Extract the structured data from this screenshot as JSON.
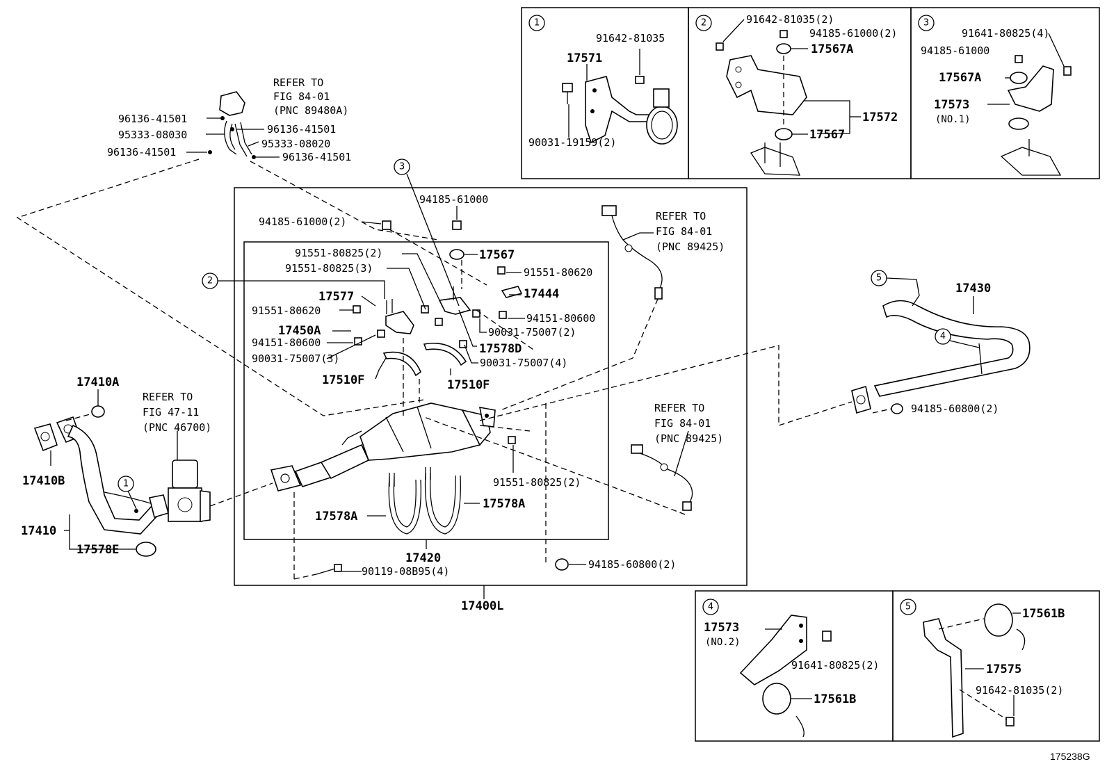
{
  "figure_id": "175238G",
  "inset_markers": [
    "1",
    "2",
    "3",
    "4",
    "5"
  ],
  "insets": {
    "inset1": {
      "labels": [
        "91642-81035",
        "17571",
        "90031-19159(2)"
      ]
    },
    "inset2": {
      "labels": [
        "91642-81035(2)",
        "94185-61000(2)",
        "17567A",
        "17572",
        "17567"
      ]
    },
    "inset3": {
      "labels": [
        "91641-80825(4)",
        "94185-61000",
        "17567A",
        "17573",
        "(NO.1)"
      ]
    },
    "inset4": {
      "labels": [
        "17573",
        "(NO.2)",
        "91641-80825(2)",
        "17561B"
      ]
    },
    "inset5": {
      "labels": [
        "17561B",
        "17575",
        "91642-81035(2)"
      ]
    }
  },
  "top_left": {
    "labels": [
      "REFER TO",
      "FIG 84-01",
      "(PNC 89480A)",
      "96136-41501",
      "95333-08030",
      "96136-41501",
      "95333-08020",
      "96136-41501",
      "96136-41501"
    ]
  },
  "main": {
    "labels": [
      "94185-61000",
      "94185-61000(2)",
      "17567",
      "91551-80825(2)",
      "91551-80825(3)",
      "91551-80620",
      "17444",
      "17577",
      "91551-80620",
      "94151-80600",
      "17450A",
      "90031-75007(2)",
      "94151-80600",
      "17578D",
      "90031-75007(3)",
      "90031-75007(4)",
      "17510F",
      "17510F",
      "91551-80825(2)",
      "17578A",
      "17578A",
      "17420",
      "90119-08B95(4)",
      "94185-60800(2)",
      "17400L"
    ],
    "refer_o2_top": [
      "REFER TO",
      "FIG 84-01",
      "(PNC 89425)"
    ],
    "refer_o2_bottom": [
      "REFER TO",
      "FIG 84-01",
      "(PNC 89425)"
    ]
  },
  "left": {
    "labels": [
      "17410A",
      "17410B",
      "17410",
      "17578E"
    ],
    "refer": [
      "REFER TO",
      "FIG 47-11",
      "(PNC 46700)"
    ]
  },
  "right": {
    "labels": [
      "17430",
      "94185-60800(2)"
    ]
  }
}
